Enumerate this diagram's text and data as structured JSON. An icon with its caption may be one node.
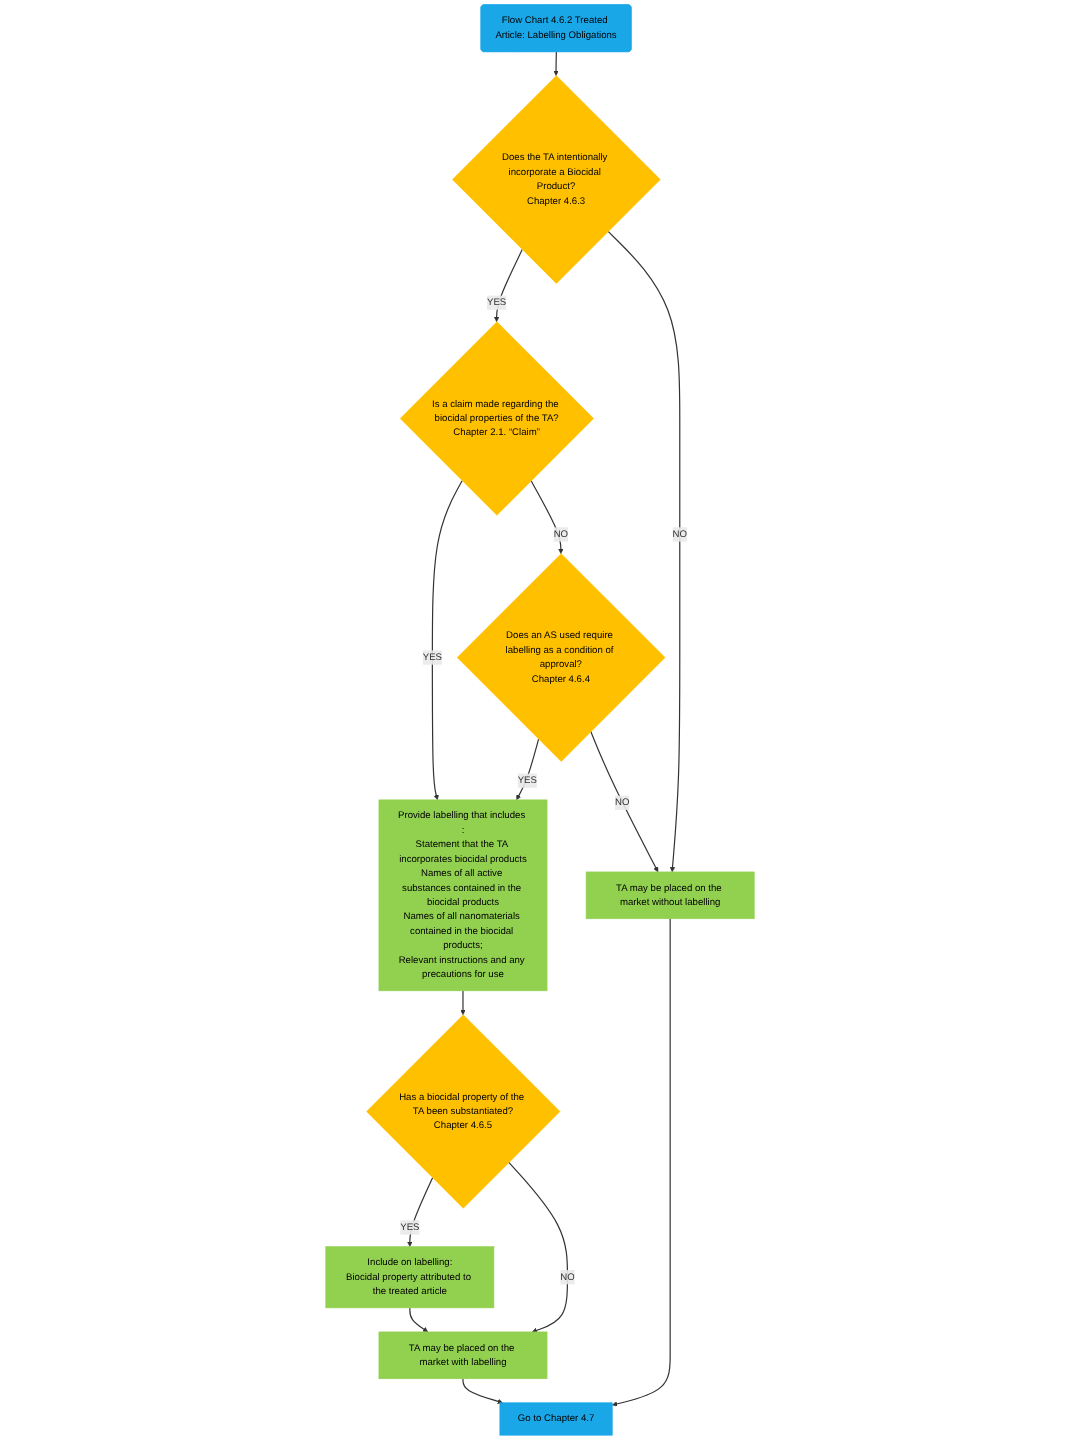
{
  "diagram": {
    "nodes": [
      {
        "text": [
          "Flow Chart 4.6.2 Treated Article: Labelling Obligations"
        ]
      },
      {
        "text": [
          "Does the TA intentionally incorporate a Biocidal Product?",
          "Chapter 4.6.3"
        ]
      },
      {
        "text": [
          "Is a claim made regarding the biocidal properties of the TA?",
          "Chapter 2.1. “Claim”"
        ]
      },
      {
        "text": [
          "Provide labelling that includes :",
          "Statement that the TA incorporates biocidal products",
          "Names of all active substances contained in the biocidal products",
          "Names of all nanomaterials contained in the biocidal products;",
          "Relevant instructions and any precautions for use"
        ]
      },
      {
        "text": [
          "Does an AS used require labelling as a condition of approval?",
          "Chapter 4.6.4"
        ]
      },
      {
        "text": [
          "Has a biocidal property of the TA been substantiated?",
          "Chapter 4.6.5"
        ]
      },
      {
        "text": [
          "Include on labelling:",
          "Biocidal property attributed to the treated article"
        ]
      },
      {
        "text": [
          "TA may be placed on the market with labelling"
        ]
      },
      {
        "text": [
          "TA may be placed on the market without labelling"
        ]
      },
      {
        "text": [
          "Go to Chapter 4.7"
        ]
      }
    ],
    "edges": [
      {
        "from": 0,
        "to": 1,
        "arrow": "to"
      },
      {
        "from": 1,
        "to": 2,
        "arrow": "to",
        "label": "YES"
      },
      {
        "from": 1,
        "to": 8,
        "arrow": "to",
        "label": "NO"
      },
      {
        "from": 2,
        "to": 3,
        "arrow": "to",
        "label": "YES"
      },
      {
        "from": 2,
        "to": 4,
        "arrow": "to",
        "label": "NO"
      },
      {
        "from": 4,
        "to": 3,
        "arrow": "to",
        "label": "YES"
      },
      {
        "from": 4,
        "to": 8,
        "arrow": "to",
        "label": "NO"
      },
      {
        "from": 3,
        "to": 5,
        "arrow": "to"
      },
      {
        "from": 5,
        "to": 6,
        "arrow": "to",
        "label": "YES"
      },
      {
        "from": 5,
        "to": 7,
        "arrow": "to",
        "label": "NO"
      },
      {
        "from": 6,
        "to": 7,
        "arrow": "to"
      },
      {
        "from": 7,
        "to": 9,
        "arrow": "to"
      },
      {
        "from": 8,
        "to": 9,
        "arrow": "to"
      }
    ]
  }
}
